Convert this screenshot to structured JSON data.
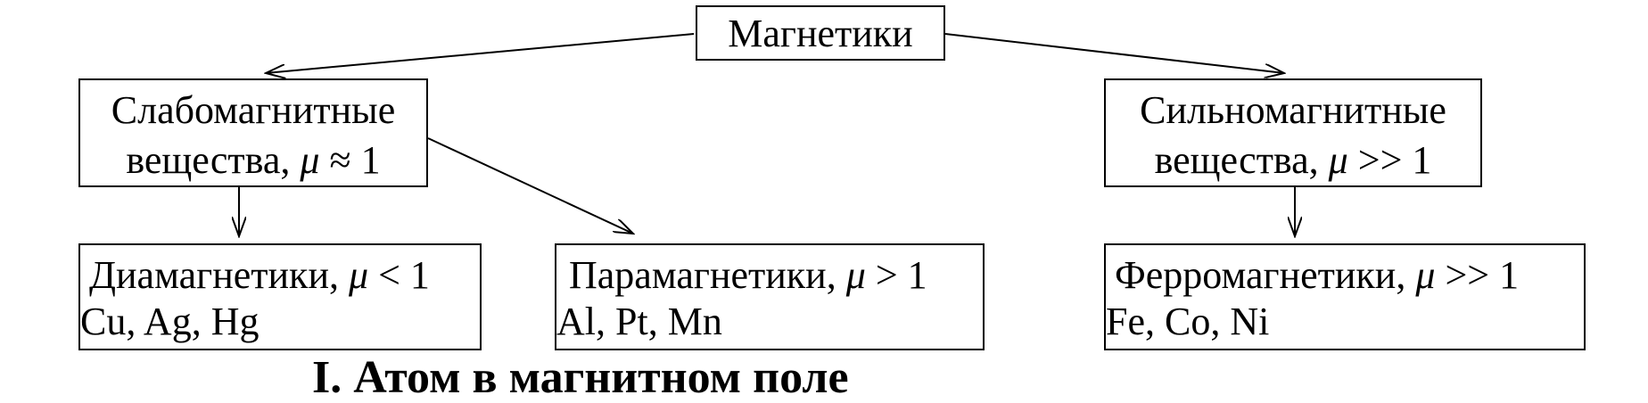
{
  "root": {
    "label": "Магнетики"
  },
  "weak": {
    "line1": "Слабомагнитные",
    "line2_prefix": "вещества, ",
    "mu": "μ",
    "line2_suffix": " ≈ 1"
  },
  "strong": {
    "line1": "Сильномагнитные",
    "line2_prefix": "вещества, ",
    "mu": "μ",
    "line2_suffix": " >> 1"
  },
  "dia": {
    "title_prefix": "Диамагнетики, ",
    "mu": "μ",
    "title_suffix": " < 1",
    "examples": "Cu, Ag, Hg"
  },
  "para": {
    "title_prefix": "Парамагнетики, ",
    "mu": "μ",
    "title_suffix": " > 1",
    "examples": "Al, Pt, Mn"
  },
  "ferro": {
    "title_prefix": "Ферромагнетики, ",
    "mu": "μ",
    "title_suffix": " >> 1",
    "examples": "Fe, Co, Ni"
  },
  "footer": {
    "partial_heading": "I. Атом в магнитном поле"
  }
}
